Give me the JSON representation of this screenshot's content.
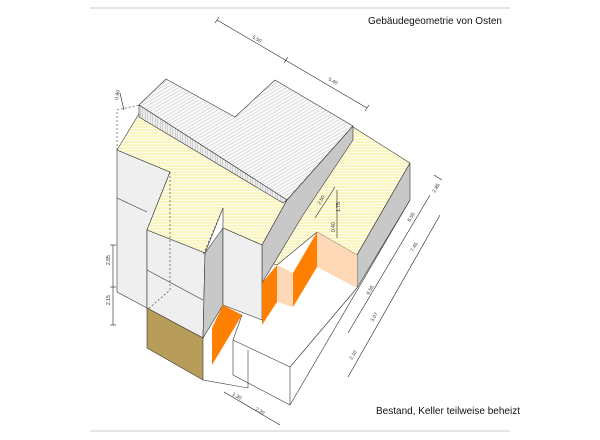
{
  "title": "Gebäudegeometrie von Osten",
  "caption": "Bestand, Keller teilweise beheizt",
  "colors": {
    "flat_roof": "#fffbd0",
    "pitched_roof": "#f4f4f4",
    "wall_light": "#efefef",
    "wall_shadow": "#c8c8c8",
    "heated_basement": "#b89c5a",
    "orange_face": "#ff7f00",
    "peach_face": "#ffd8b8"
  },
  "dimensions": [
    "5.50",
    "5.40",
    "0.90",
    "2.50",
    "1.75",
    "0.40",
    "2.85",
    "6.55",
    "7.45",
    "6.55",
    "3.07",
    "2.10",
    "2.85",
    "2.15",
    "1.30",
    "2.20"
  ]
}
